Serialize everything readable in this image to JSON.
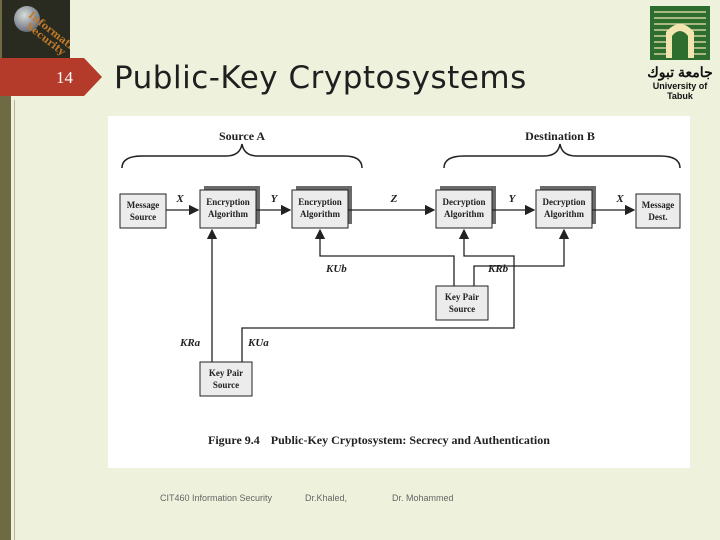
{
  "slide": {
    "number": "14",
    "title": "Public-Key Cryptosystems"
  },
  "logos": {
    "left_text": "Information Security",
    "right_arabic": "جامعة تبوك",
    "right_latin": "University of Tabuk"
  },
  "diagram": {
    "source_label": "Source A",
    "destination_label": "Destination B",
    "boxes": {
      "message_source": "Message Source",
      "encryption_1": "Encryption Algorithm",
      "encryption_2": "Encryption Algorithm",
      "decryption_1": "Decryption Algorithm",
      "decryption_2": "Decryption Algorithm",
      "message_dest": "Message Dest.",
      "key_pair_b": "Key Pair Source",
      "key_pair_a": "Key Pair Source"
    },
    "labels": {
      "x_left": "X",
      "y_left": "Y",
      "z": "Z",
      "y_right": "Y",
      "x_right": "X",
      "ku_b": "KUb",
      "kr_b": "KRb",
      "kr_a": "KRa",
      "ku_a": "KUa"
    },
    "caption_num": "Figure 9.4",
    "caption_text": "Public-Key Cryptosystem: Secrecy and Authentication"
  },
  "footer": {
    "course": "CIT460 Information Security",
    "author1": "Dr.Khaled,",
    "author2": "Dr. Mohammed"
  },
  "colors": {
    "background": "#eef1dc",
    "accent_red": "#b43a2a",
    "sidebar": "#6d6a44",
    "right_logo_green": "#2d6e2f"
  }
}
